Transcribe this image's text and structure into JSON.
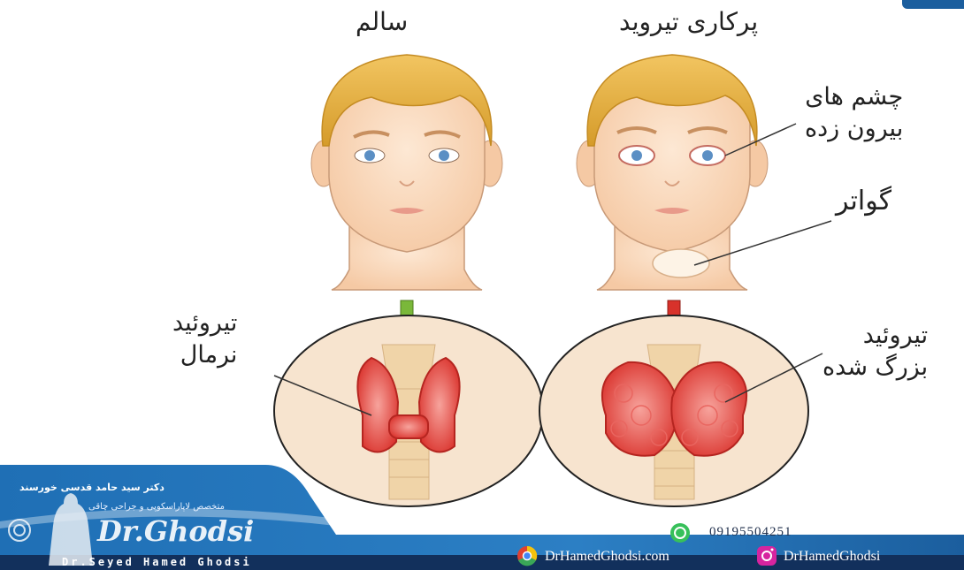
{
  "headings": {
    "healthy": "سالم",
    "hyperthyroid": "پرکاری تیروید"
  },
  "labels": {
    "bulging_eyes_line1": "چشم های",
    "bulging_eyes_line2": "بیرون زده",
    "goiter": "گواتر",
    "normal_thyroid_line1": "تیروئید",
    "normal_thyroid_line2": "نرمال",
    "enlarged_thyroid_line1": "تیروئید",
    "enlarged_thyroid_line2": "بزرگ شده"
  },
  "footer": {
    "doctor_name_fa": "دکتر سید حامد قدسی خورسند",
    "specialty_fa": "متخصص لاپاراسکوپی و جراحی چاقی",
    "logo_script": "Dr.Ghodsi",
    "doctor_name_en": "Dr.Seyed Hamed Ghodsi",
    "phone": "09195504251",
    "website": "DrHamedGhodsi.com",
    "instagram": "DrHamedGhodsi"
  },
  "icons": [
    "whatsapp-icon",
    "chrome-icon",
    "instagram-icon",
    "down-arrow-icon"
  ],
  "colors": {
    "footer_blue": "#1b5e9e",
    "footer_dark": "#12305c",
    "healthy_arrow": "#7ab83a",
    "disease_arrow": "#d8322b",
    "thyroid_red": "#e0403a",
    "skin": "#fbe0c8",
    "hair": "#e8b74a"
  }
}
